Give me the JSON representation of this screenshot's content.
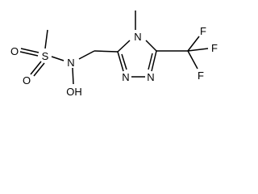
{
  "molecule": {
    "atoms": {
      "o_sulfonyl_top": "O",
      "o_sulfonyl_bottom": "O",
      "sulfur": "S",
      "n_sulfonamide": "N",
      "hydroxyl": "OH",
      "n4_ring": "N",
      "n1_ring": "N",
      "n2_ring": "N",
      "f_top": "F",
      "f_right": "F",
      "f_bottom": "F"
    }
  }
}
